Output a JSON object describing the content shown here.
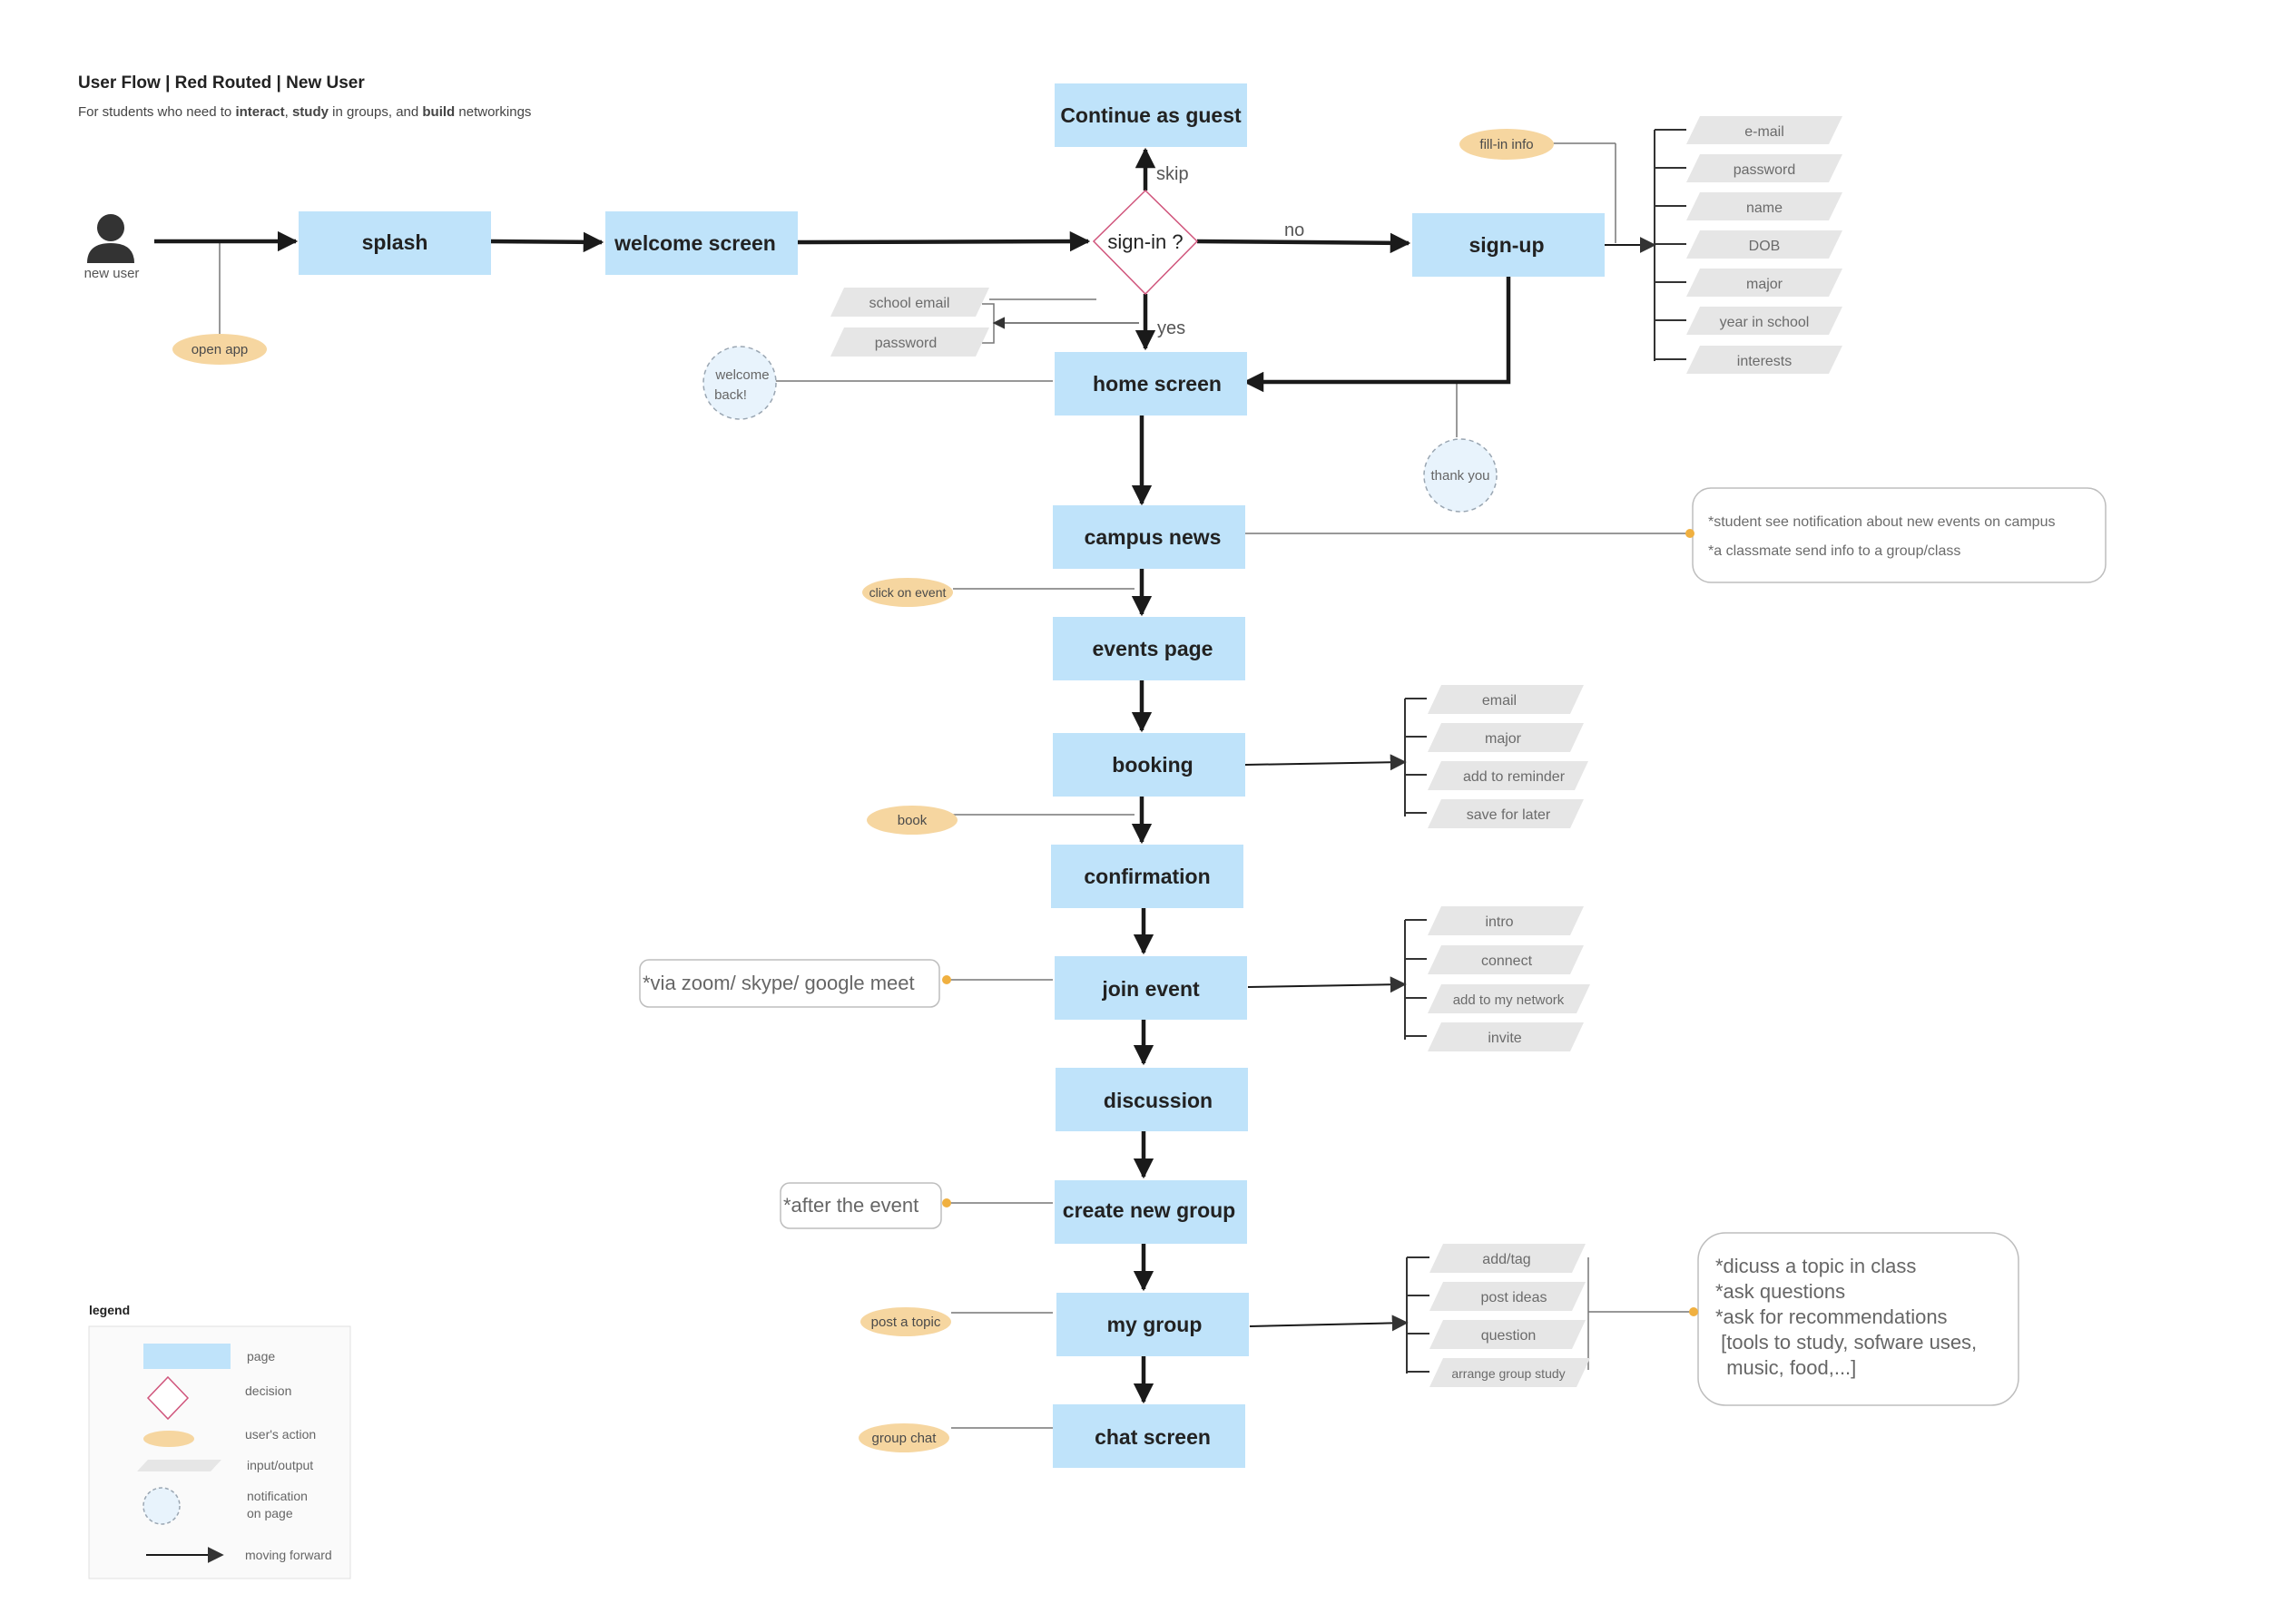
{
  "header": {
    "title": "User Flow | Red Routed |  New User",
    "subtitle_prefix": "For students who need to ",
    "subtitle_b1": "interact",
    "subtitle_mid1": ", ",
    "subtitle_b2": "study",
    "subtitle_mid2": " in groups, and ",
    "subtitle_b3": "build",
    "subtitle_suffix": " networkings"
  },
  "actor": {
    "label": "new user"
  },
  "pages": {
    "continue_guest": "Continue as guest",
    "splash": "splash",
    "welcome": "welcome screen",
    "signup": "sign-up",
    "home": "home screen",
    "campus_news": "campus news",
    "events_page": "events page",
    "booking": "booking",
    "confirmation": "confirmation",
    "join_event": "join event",
    "discussion": "discussion",
    "create_group": "create new group",
    "my_group": "my group",
    "chat": "chat screen"
  },
  "decision": {
    "label": "sign-in ?"
  },
  "edges": {
    "skip": "skip",
    "no": "no",
    "yes": "yes"
  },
  "actions": {
    "open_app": "open app",
    "fill_in": "fill-in info",
    "click_event": "click on event",
    "book": "book",
    "post_topic": "post a topic",
    "group_chat": "group chat"
  },
  "notifications": {
    "welcome_l1": "welcome",
    "welcome_l2": "back!",
    "thank_you": "thank you"
  },
  "io": {
    "signup_fields": [
      "e-mail",
      "password",
      "name",
      "DOB",
      "major",
      "year in school",
      "interests"
    ],
    "signin_fields": [
      "school email",
      "password"
    ],
    "booking_fields": [
      "email",
      "major",
      "add to reminder",
      "save for later"
    ],
    "join_fields": [
      "intro",
      "connect",
      "add to my network",
      "invite"
    ],
    "group_fields": [
      "add/tag",
      "post ideas",
      "question",
      "arrange group study"
    ]
  },
  "notes": {
    "campus_l1": "*student see notification about new events on campus",
    "campus_l2": "*a classmate send info to a group/class",
    "via": "*via zoom/ skype/ google meet",
    "after": "*after the event",
    "group_l1": "*dicuss a topic in class",
    "group_l2": "*ask questions",
    "group_l3": "*ask for recommendations",
    "group_l4": " [tools to study, sofware uses,",
    "group_l5": "  music, food,...]"
  },
  "legend": {
    "title": "legend",
    "page": "page",
    "decision": "decision",
    "action": "user's action",
    "io": "input/output",
    "notif_l1": "notification",
    "notif_l2": "on page",
    "forward": "moving forward"
  },
  "colors": {
    "page_fill": "#bfe3fa",
    "action_fill": "#f6d6a0",
    "io_fill": "#e6e6e6",
    "decision_stroke": "#d0557c",
    "notif_fill": "#e8f3fc",
    "arrow": "#1a1a1a"
  }
}
